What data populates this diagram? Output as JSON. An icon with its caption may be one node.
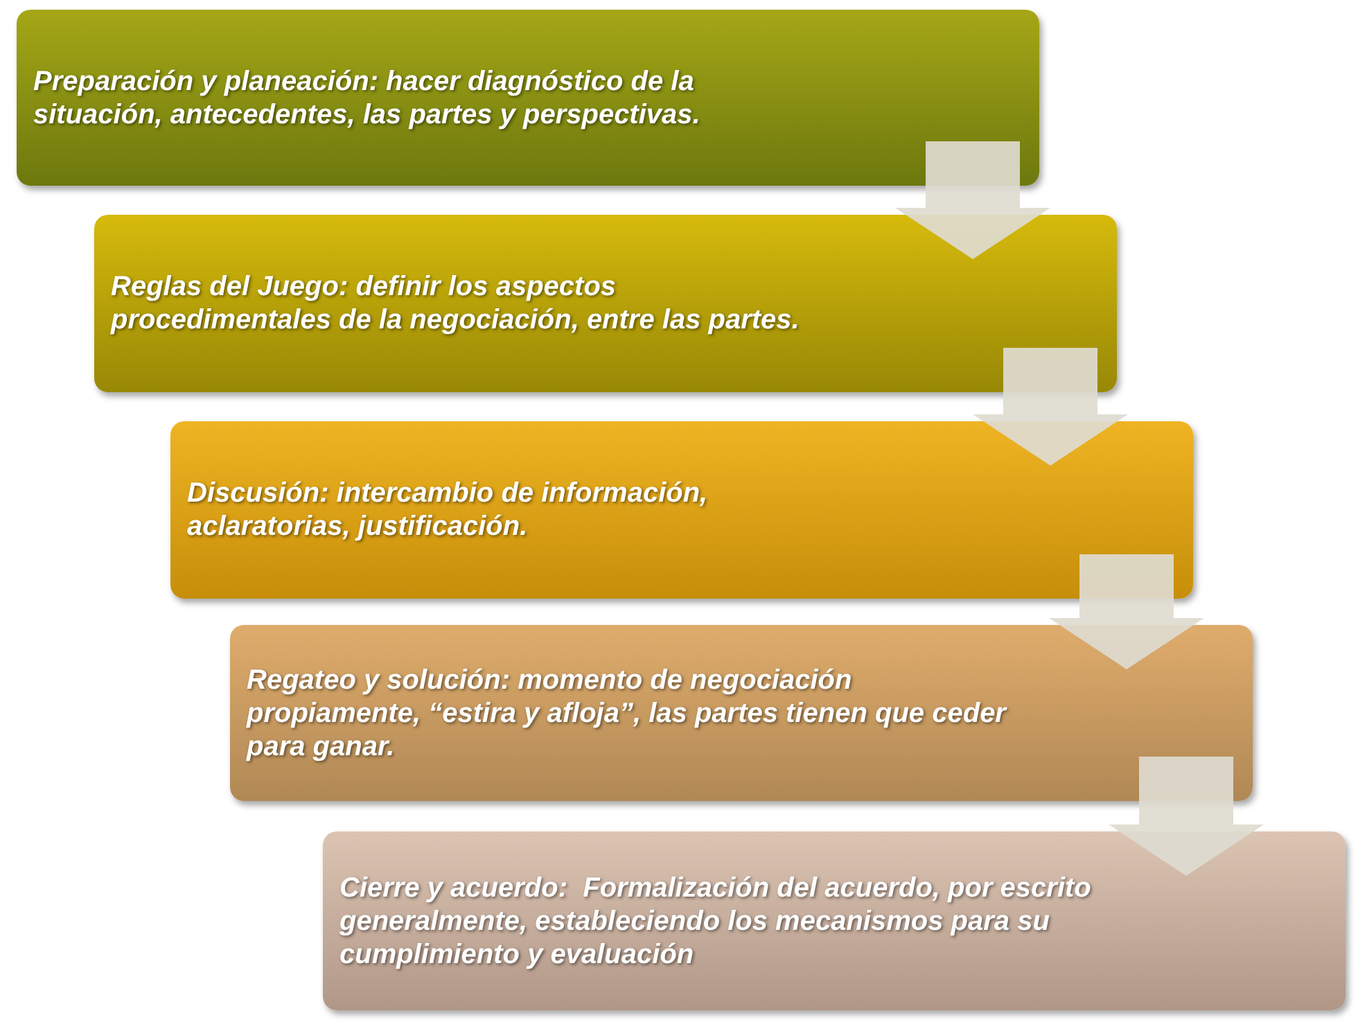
{
  "diagram": {
    "nodes": [
      {
        "text": [
          "Preparación y planeación: hacer diagnóstico de la situación, antecedentes, las partes y perspectivas."
        ]
      },
      {
        "text": [
          "Reglas del Juego: definir los aspectos procedimentales de la negociación, entre las partes."
        ]
      },
      {
        "text": [
          "Discusión: intercambio de información, aclaratorias, justificación."
        ]
      },
      {
        "text": [
          "Regateo y solución: momento de negociación propiamente, “estira y afloja”, las partes tienen que ceder para ganar."
        ]
      },
      {
        "text": [
          "Cierre y acuerdo:  Formalización del acuerdo, por escrito generalmente, estableciendo los mecanismos para su cumplimiento y evaluación"
        ]
      }
    ],
    "edges": [
      {
        "from": 0,
        "to": 1,
        "arrow": "to"
      },
      {
        "from": 1,
        "to": 2,
        "arrow": "to"
      },
      {
        "from": 2,
        "to": 3,
        "arrow": "to"
      },
      {
        "from": 3,
        "to": 4,
        "arrow": "to"
      }
    ]
  }
}
